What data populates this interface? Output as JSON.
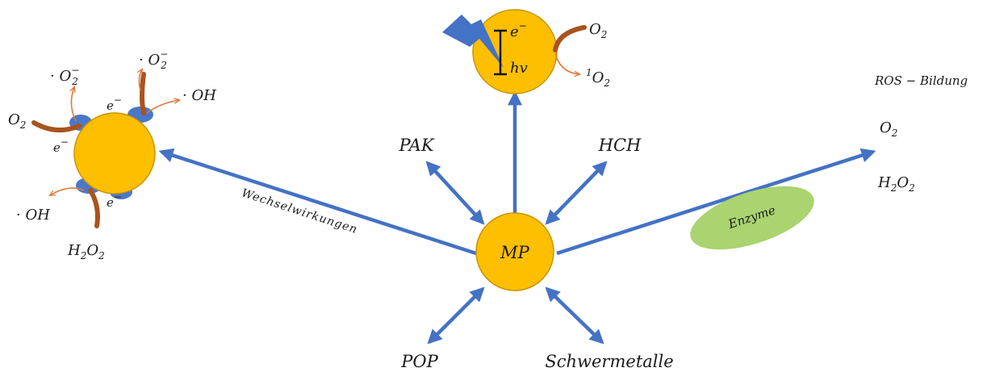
{
  "center": {
    "label": "MP"
  },
  "pollutants": {
    "pak": "PAK",
    "hch": "HCH",
    "pop": "POP",
    "metals": "Schwermetalle"
  },
  "interaction": {
    "label": "Wechselwirkungen"
  },
  "photo": {
    "electron": "e",
    "electron_sup": "−",
    "hv": "hv",
    "oxygen": "O",
    "oxygen_sub": "2",
    "singlet_pre": "1",
    "singlet": "O",
    "singlet_sub": "2"
  },
  "surface": {
    "superoxide_a": "· O",
    "superoxide_a_sub": "2",
    "superoxide_a_sup": "−",
    "superoxide_b": "· O",
    "superoxide_b_sub": "2",
    "superoxide_b_sup": "−",
    "hydroxyl_a": "· OH",
    "hydroxyl_b": "· OH",
    "oxygen": "O",
    "oxygen_sub": "2",
    "peroxide_a": "H",
    "peroxide_a_sub1": "2",
    "peroxide_b": "O",
    "peroxide_b_sub2": "2",
    "electron": "e",
    "electron_sup": "−"
  },
  "ros": {
    "title": "ROS − Bildung",
    "oxygen": "O",
    "oxygen_sub": "2",
    "peroxide_h": "H",
    "peroxide_sub1": "2",
    "peroxide_o": "O",
    "peroxide_sub2": "2",
    "enzyme": "Enzyme"
  },
  "colors": {
    "particle": "#fdbf00",
    "particle_stroke": "#c99400",
    "arrow": "#4472c4",
    "enzyme": "#a9d46f",
    "brown": "#a9531f",
    "orange_arrow": "#e07a3b",
    "lightning": "#4472c4",
    "blob": "#4a78c8"
  }
}
